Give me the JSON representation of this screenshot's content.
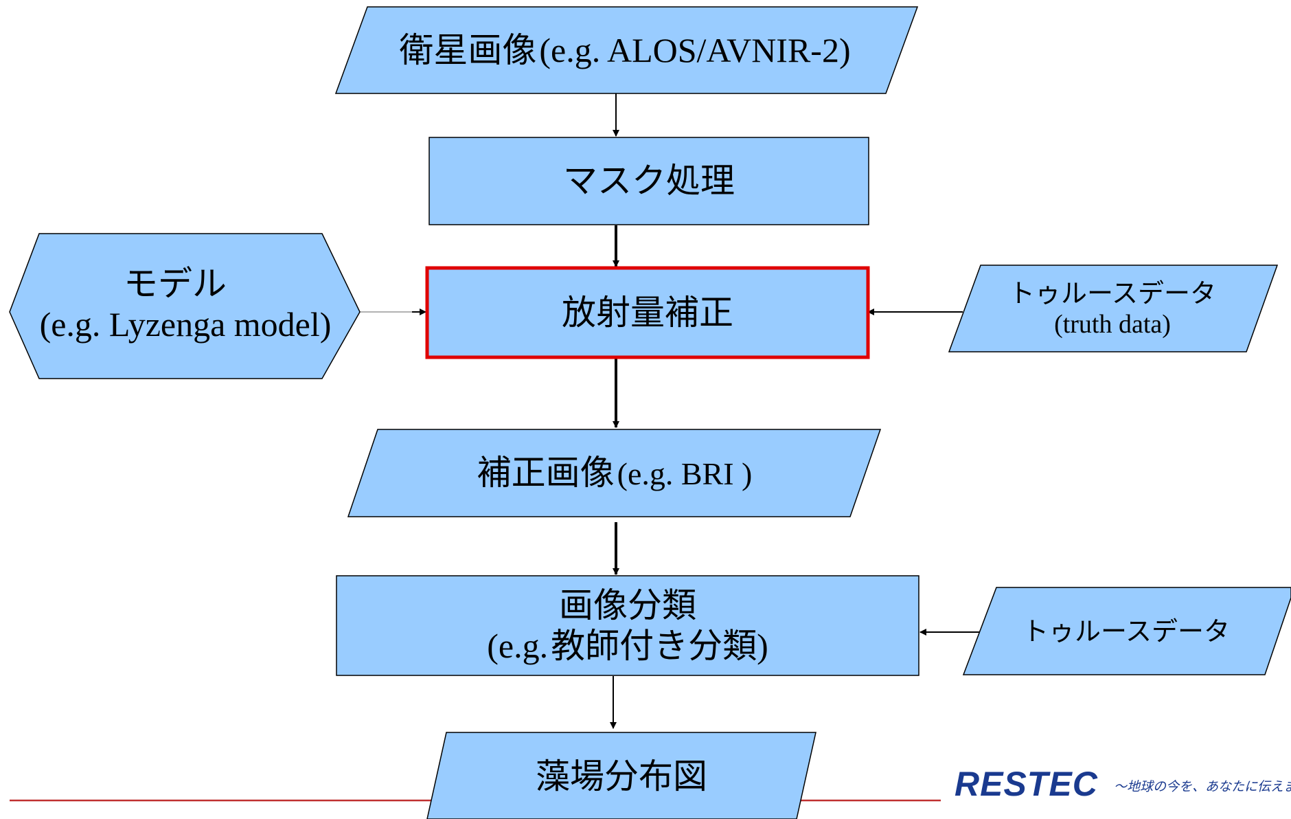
{
  "nodes": {
    "satellite": {
      "jp": "衛星画像",
      "en": "(e.g. ALOS/AVNIR-2)"
    },
    "mask": {
      "jp": "マスク処理"
    },
    "radiometric": {
      "jp": "放射量補正"
    },
    "model": {
      "jp": "モデル",
      "en": "(e.g. Lyzenga model)"
    },
    "truth1": {
      "jp": "トゥルースデータ",
      "en": "(truth data)"
    },
    "corrected": {
      "jp": "補正画像",
      "en": "(e.g. BRI )"
    },
    "classification": {
      "jp": "画像分類",
      "sub_prefix": "(e.g.",
      "sub_jp": "教師付き分類",
      "sub_suffix": ")"
    },
    "truth2": {
      "jp": "トゥルースデータ"
    },
    "distribution": {
      "jp": "藻場分布図"
    }
  },
  "footer": {
    "logo": "RESTEC",
    "tagline": "～地球の今を、あなたに伝えま"
  },
  "colors": {
    "box_fill": "#99CCFF",
    "highlight_border": "#E00000",
    "footer_line": "#C03030",
    "logo": "#1A3A8F"
  }
}
